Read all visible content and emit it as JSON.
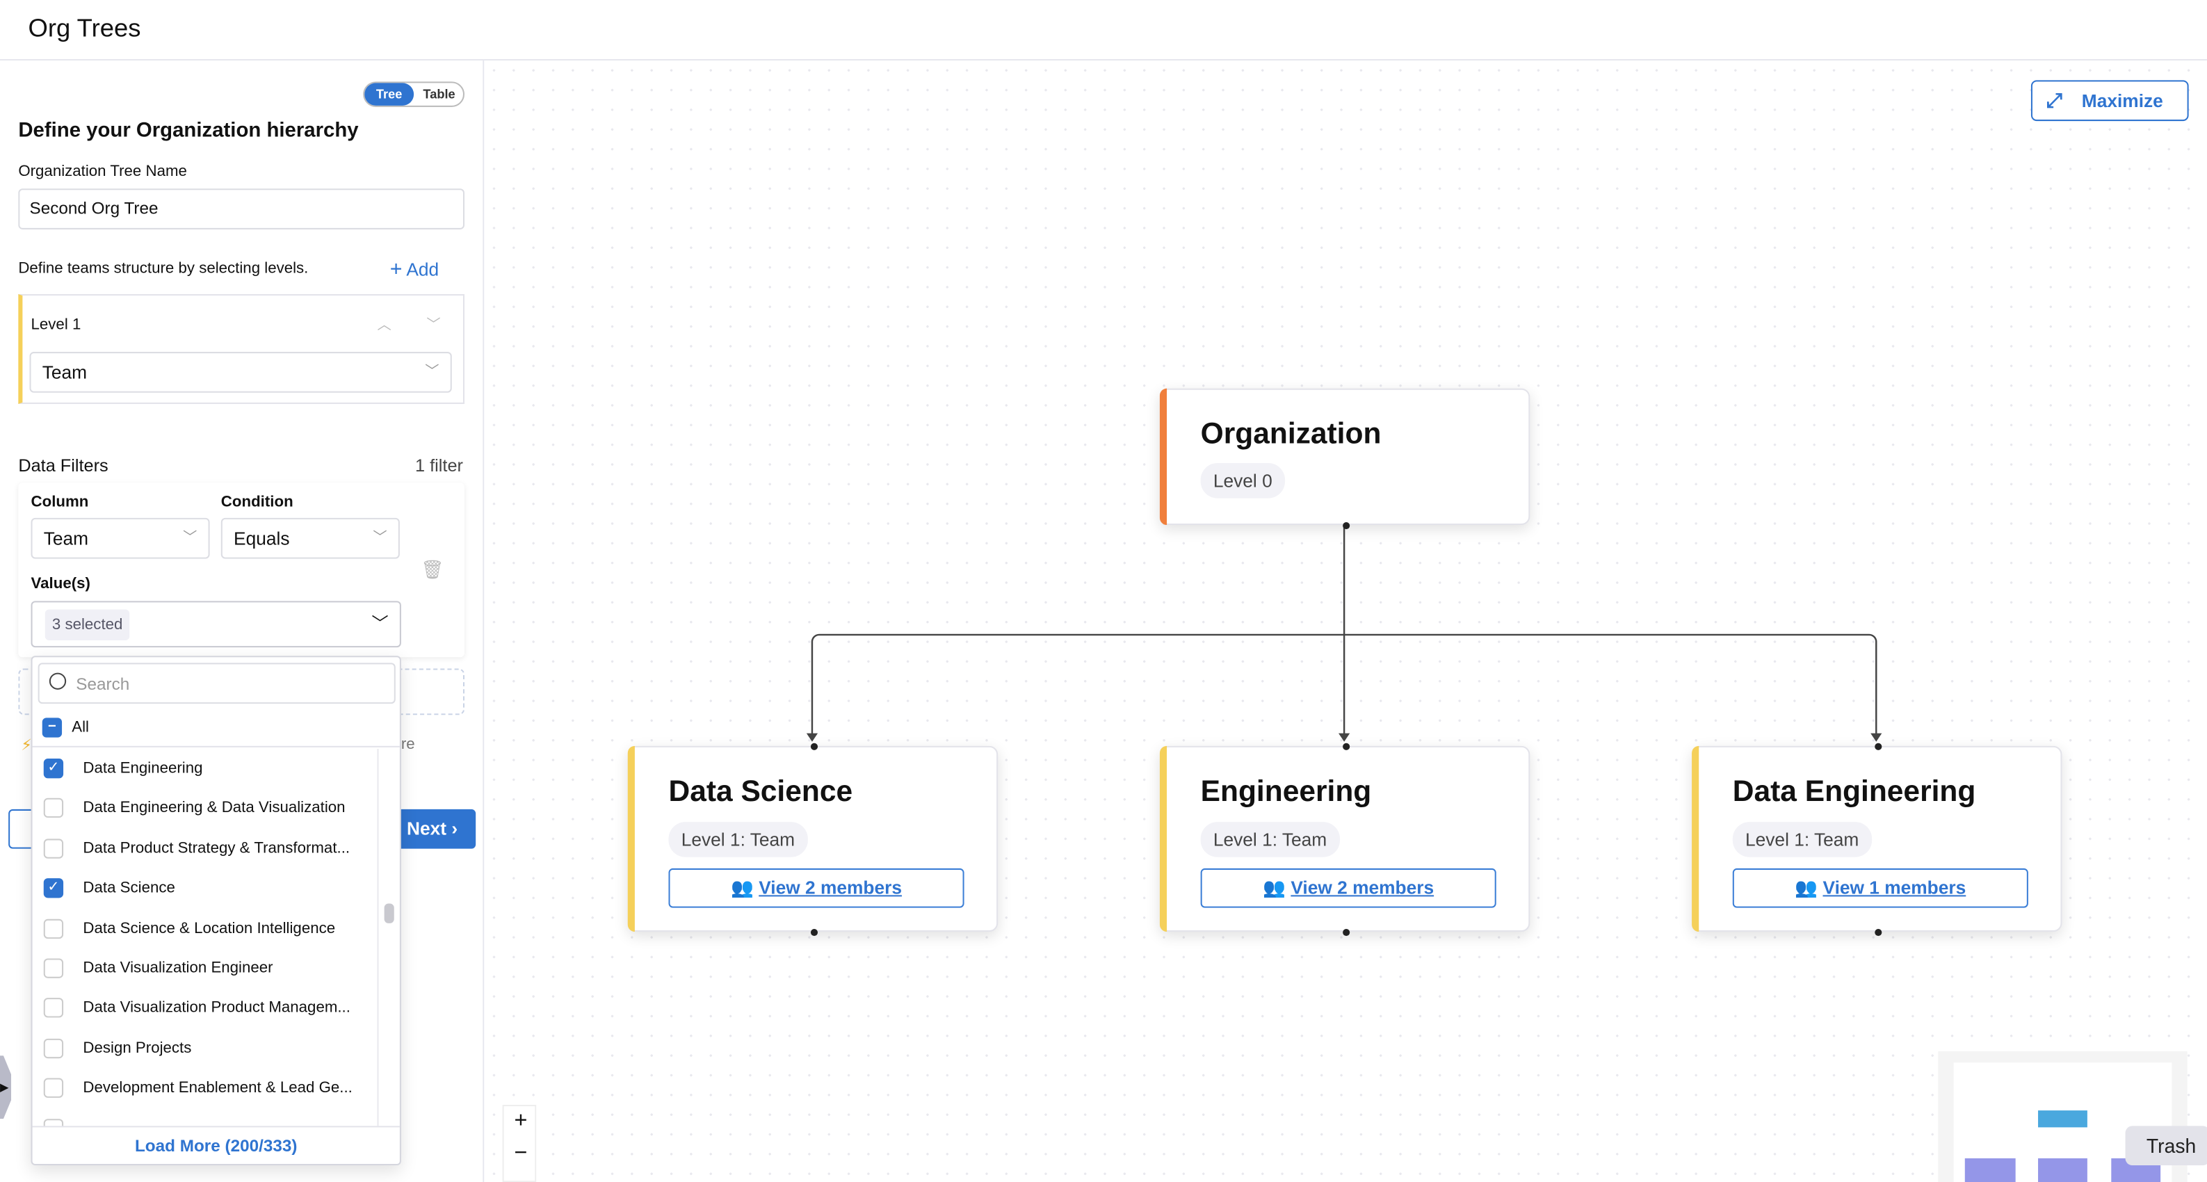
{
  "header": {
    "title": "Org Trees"
  },
  "panel": {
    "view_toggle": {
      "tree": "Tree",
      "table": "Table",
      "active": "Tree"
    },
    "heading": "Define your Organization hierarchy",
    "tree_name_label": "Organization Tree Name",
    "tree_name_value": "Second Org Tree",
    "levels_hint": "Define teams structure by selecting levels.",
    "add_label": "Add",
    "levels": [
      {
        "label": "Level 1",
        "value": "Team"
      }
    ],
    "filters": {
      "title": "Data Filters",
      "count": "1 filter",
      "column_label": "Column",
      "column_value": "Team",
      "condition_label": "Condition",
      "condition_value": "Equals",
      "values_label": "Value(s)",
      "values_chip": "3 selected"
    },
    "hidden_text_tail": "re",
    "next_label": "Next"
  },
  "dropdown": {
    "search_placeholder": "Search",
    "all_label": "All",
    "items": [
      {
        "label": "Data Engineering",
        "checked": true
      },
      {
        "label": "Data Engineering & Data Visualization",
        "checked": false
      },
      {
        "label": "Data Product Strategy & Transformat...",
        "checked": false
      },
      {
        "label": "Data Science",
        "checked": true
      },
      {
        "label": "Data Science & Location Intelligence",
        "checked": false
      },
      {
        "label": "Data Visualization Engineer",
        "checked": false
      },
      {
        "label": "Data Visualization Product Managem...",
        "checked": false
      },
      {
        "label": "Design Projects",
        "checked": false
      },
      {
        "label": "Development Enablement & Lead Ge...",
        "checked": false
      }
    ],
    "load_more": "Load More (200/333)"
  },
  "canvas": {
    "maximize_label": "Maximize",
    "root": {
      "title": "Organization",
      "badge": "Level 0",
      "color": "#f07f3c"
    },
    "children": [
      {
        "title": "Data Science",
        "badge": "Level 1: Team",
        "members": "View 2 members",
        "color": "#f5d05a"
      },
      {
        "title": "Engineering",
        "badge": "Level 1: Team",
        "members": "View 2 members",
        "color": "#f5d05a"
      },
      {
        "title": "Data Engineering",
        "badge": "Level 1: Team",
        "members": "View 1 members",
        "color": "#f5d05a"
      }
    ],
    "zoom_in": "+",
    "zoom_out": "−",
    "tooltip": "Trash"
  },
  "colors": {
    "accent": "#2f74d0",
    "minimap_root": "#4aa8de",
    "minimap_child": "#9496e8"
  }
}
